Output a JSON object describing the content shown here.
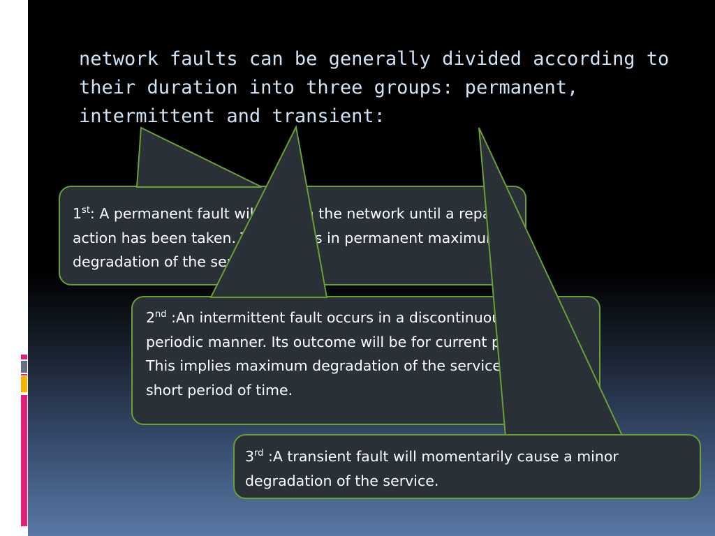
{
  "title": "network faults can be generally divided according to their duration into three groups: permanent, intermittent and transient:",
  "callouts": [
    {
      "ordinal": "1",
      "suffix": "st",
      "text": ": A permanent fault will exist in the network until a repair action has been taken. This results in permanent maximum degradation of the service",
      "visible_lines": [
        "1st: A permanent fault",
        "st in the network until",
        "repair action has bee",
        "This results in",
        "permanent maximu",
        "tion of the service"
      ]
    },
    {
      "ordinal": "2",
      "suffix": "nd",
      "text": " :An intermittent fault occurs in a discontinuous and a periodic manner. Its outcome will be for current processes. This implies maximum degradation of the service level for a short period of time.",
      "visible_lines": [
        "2nd :An intermittent fault occurs in a discon",
        "and a periodic manner. Its outcome will be f",
        "current processes. This implies maximum",
        "degradation of the service level for a short p",
        "time."
      ]
    },
    {
      "ordinal": "3",
      "suffix": "rd",
      "text": " :A transient fault will momentarily cause a minor degradation of the service."
    }
  ],
  "colors": {
    "callout_fill": "#293038",
    "callout_border": "#6aa034",
    "title_text": "#cfe3f4",
    "bar_gray": "#607080",
    "bar_orange": "#f5b400",
    "bar_pink": "#e0207a"
  }
}
